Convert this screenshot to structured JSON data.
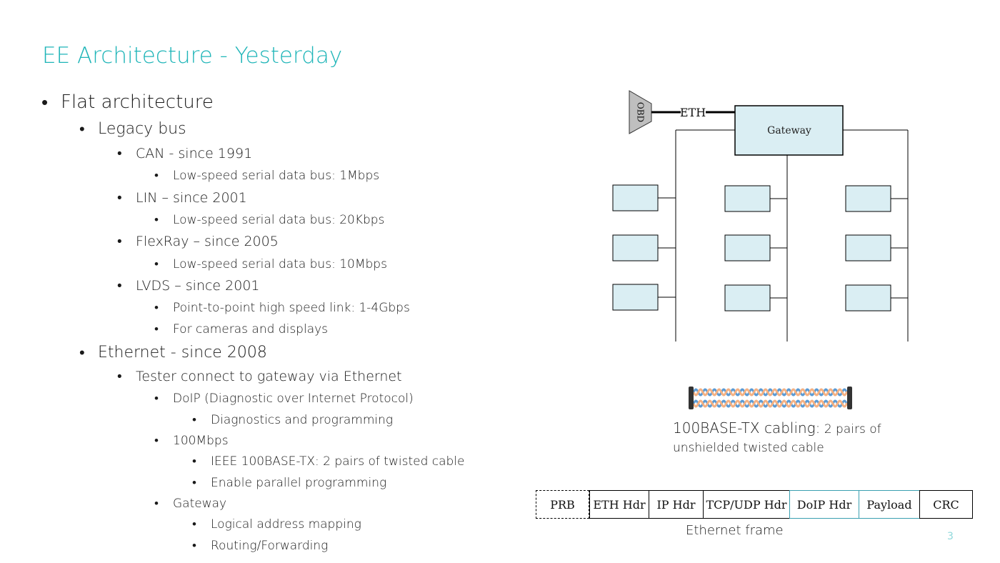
{
  "slide": {
    "title": "EE Architecture - Yesterday",
    "page_number": "3"
  },
  "bullets": [
    {
      "level": 1,
      "text": "Flat architecture"
    },
    {
      "level": 2,
      "text": "Legacy bus"
    },
    {
      "level": 3,
      "text": "CAN - since 1991"
    },
    {
      "level": 4,
      "text": "Low-speed serial data bus: 1Mbps"
    },
    {
      "level": 3,
      "text": "LIN – since 2001"
    },
    {
      "level": 4,
      "text": "Low-speed serial data bus: 20Kbps"
    },
    {
      "level": 3,
      "text": "FlexRay – since 2005"
    },
    {
      "level": 4,
      "text": "Low-speed serial data bus: 10Mbps"
    },
    {
      "level": 3,
      "text": "LVDS – since 2001"
    },
    {
      "level": 4,
      "text": "Point-to-point high speed link: 1-4Gbps"
    },
    {
      "level": 4,
      "text": "For cameras and displays"
    },
    {
      "level": 2,
      "text": "Ethernet - since 2008"
    },
    {
      "level": 3,
      "text": "Tester connect to gateway via Ethernet"
    },
    {
      "level": 4,
      "text": "DoIP (Diagnostic over Internet Protocol)"
    },
    {
      "level": 5,
      "text": "Diagnostics and programming"
    },
    {
      "level": 4,
      "text": "100Mbps"
    },
    {
      "level": 5,
      "text": "IEEE 100BASE-TX: 2 pairs of twisted cable"
    },
    {
      "level": 5,
      "text": "Enable parallel programming"
    },
    {
      "level": 4,
      "text": "Gateway"
    },
    {
      "level": 5,
      "text": "Logical address mapping"
    },
    {
      "level": 5,
      "text": "Routing/Forwarding"
    }
  ],
  "diagram": {
    "obd_label": "OBD",
    "eth_label": "ETH",
    "gateway_label": "Gateway",
    "ecu_fill": "#daeef3",
    "gateway_fill": "#daeef3",
    "obd_fill": "#bfbfbf"
  },
  "cable": {
    "caption_main": "100BASE-TX cabling:",
    "caption_rest": " 2 pairs of unshielded twisted cable",
    "color_a": "#f4b183",
    "color_b": "#5b9bd5"
  },
  "frame": {
    "cells": [
      "PRB",
      "ETH Hdr",
      "IP Hdr",
      "TCP/UDP Hdr",
      "DoIP Hdr",
      "Payload",
      "CRC"
    ],
    "caption": "Ethernet frame"
  }
}
